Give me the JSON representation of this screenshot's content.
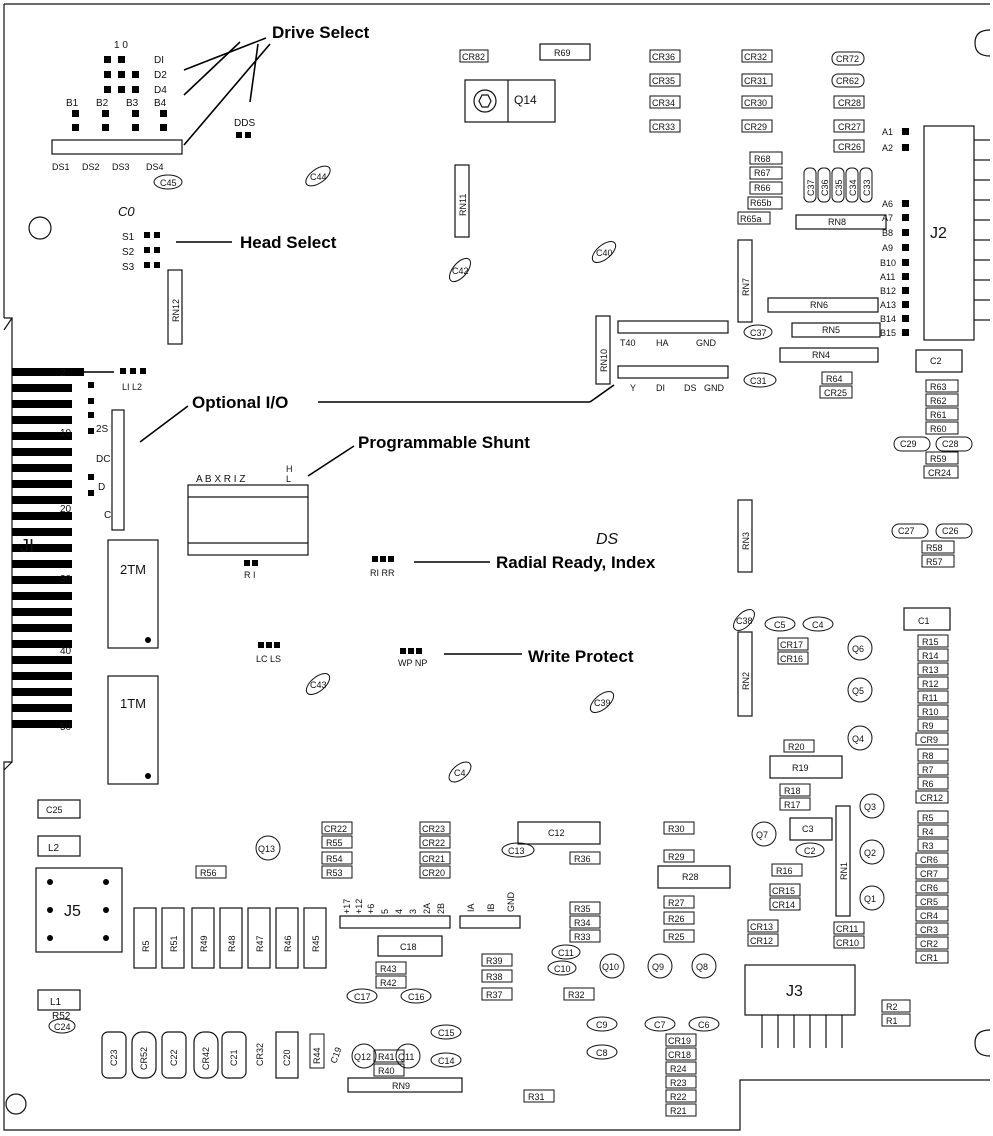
{
  "callouts": {
    "drive_select": "Drive Select",
    "head_select": "Head Select",
    "optional_io": "Optional I/O",
    "programmable_shunt": "Programmable Shunt",
    "radial_ready_index": "Radial Ready, Index",
    "write_protect": "Write Protect"
  },
  "connectors": {
    "j1": "JI",
    "j2": "J2",
    "j3": "J3",
    "j5": "J5"
  },
  "chips": {
    "tm2": "2TM",
    "tm1": "1TM",
    "q14": "Q14"
  },
  "drive_select_block": {
    "col_heads": "1  0",
    "rows": [
      "DI",
      "D2",
      "D4"
    ],
    "b_labels": [
      "B1",
      "B2",
      "B3",
      "B4"
    ],
    "ds_labels": [
      "DS1",
      "DS2",
      "DS3",
      "DS4"
    ],
    "dds": "DDS"
  },
  "head_select_block": {
    "rows": [
      "S1",
      "S2",
      "S3"
    ],
    "handwritten": "C0"
  },
  "shunt_block": {
    "header": "A B X R I Z",
    "hl": "H",
    "hl2": "L",
    "below": "R I"
  },
  "j1_pins": [
    "2",
    "10",
    "20",
    "30",
    "40",
    "50"
  ],
  "jumpers": {
    "l1l2": "LI L2",
    "r1rr": "RI RR",
    "lcls": "LC LS",
    "wpnp": "WP NP",
    "io_2s": "2S",
    "io_dc": "DC",
    "io_d": "D",
    "io_c": "C",
    "ds_scribble": "DS"
  },
  "headers": {
    "upper": [
      "T40",
      "HA",
      "GND"
    ],
    "lower": [
      "Y",
      "DI",
      "DS",
      "GND"
    ],
    "power": [
      "+17",
      "+12",
      "+6",
      "5",
      "4",
      "3",
      "2A",
      "2B"
    ],
    "ia_ib": [
      "IA",
      "IB",
      "GND"
    ]
  },
  "j2_pins": [
    "A1",
    "A2",
    "A6",
    "A7",
    "B8",
    "A9",
    "B10",
    "A11",
    "B12",
    "A13",
    "B14",
    "B15"
  ],
  "resistor_networks": {
    "rn1": "RN1",
    "rn2": "RN2",
    "rn3": "RN3",
    "rn4": "RN4",
    "rn5": "RN5",
    "rn6": "RN6",
    "rn7": "RN7",
    "rn8": "RN8",
    "rn9": "RN9",
    "rn10": "RN10",
    "rn11": "RN11",
    "rn12": "RN12"
  },
  "top_parts": {
    "cr82": "CR82",
    "r69": "R69",
    "col1": [
      "CR36",
      "CR35",
      "CR34",
      "CR33"
    ],
    "col2": [
      "CR32",
      "CR31",
      "CR30",
      "CR29"
    ],
    "col3": [
      "CR72",
      "CR62",
      "CR28",
      "CR27",
      "CR26"
    ],
    "r_stack": [
      "R68",
      "R67",
      "R66",
      "R65b",
      "R65a"
    ],
    "c_vertical": [
      "C37",
      "C36",
      "C35",
      "C34",
      "C33"
    ]
  },
  "right_column_top": [
    "C2",
    "R63",
    "R62",
    "R61",
    "R60",
    "R59",
    "CR24"
  ],
  "c29": "C29",
  "c28": "C28",
  "r64": "R64",
  "cr25": "CR25",
  "c27": "C27",
  "c26": "C26",
  "r58": "R58",
  "r57": "R57",
  "right_column_bottom": [
    "C1",
    "R15",
    "R14",
    "R13",
    "R12",
    "R11",
    "R10",
    "R9",
    "CR9",
    "R8",
    "R7",
    "R6",
    "CR12",
    "R5",
    "R4",
    "R3",
    "CR6",
    "CR7",
    "CR6",
    "CR5",
    "CR4",
    "CR3",
    "CR2",
    "CR1"
  ],
  "r2": "R2",
  "r1": "R1",
  "transistors": [
    "Q6",
    "Q5",
    "Q4",
    "Q3",
    "Q2",
    "Q1",
    "Q7",
    "Q13",
    "Q12",
    "Q11",
    "Q10",
    "Q9",
    "Q8"
  ],
  "caps_misc": {
    "c45": "C45",
    "c44": "C44",
    "c42": "C42",
    "c40": "C40",
    "c43": "C43",
    "c39": "C39",
    "c41": "C4",
    "c38": "C38",
    "c37b": "C37",
    "c31": "C31",
    "c5": "C5",
    "c4": "C4",
    "c3": "C3",
    "c2b": "C2",
    "c12": "C12",
    "c13": "C13",
    "c11": "C11",
    "c10": "C10",
    "c9": "C9",
    "c8": "C8",
    "c7": "C7",
    "c6": "C6",
    "c14": "C14",
    "c15": "C15",
    "c16": "C16",
    "c17": "C17",
    "c18": "C18",
    "c19": "C19",
    "c20": "C20",
    "c21": "C21",
    "c22": "C22",
    "c23": "C23",
    "c24": "C24",
    "c25": "C25"
  },
  "mid_parts": {
    "cr17": "CR17",
    "cr16": "CR16",
    "r20": "R20",
    "r19": "R19",
    "r18": "R18",
    "r17": "R17",
    "r16": "R16",
    "cr15": "CR15",
    "cr14": "CR14",
    "cr13": "CR13",
    "cr12": "CR12",
    "cr11": "CR11",
    "cr10": "CR10"
  },
  "lower_mid": {
    "col_a": [
      "CR22",
      "R55",
      "R54",
      "R53"
    ],
    "col_b": [
      "CR23",
      "CR22",
      "CR21",
      "CR20"
    ],
    "r56": "R56",
    "r36": "R36",
    "r30": "R30",
    "r29": "R29",
    "r28": "R28",
    "r27": "R27",
    "r26": "R26",
    "r25": "R25",
    "r35": "R35",
    "r34": "R34",
    "r33": "R33",
    "r39": "R39",
    "r38": "R38",
    "r37": "R37",
    "r32": "R32",
    "r43": "R43",
    "r42": "R42",
    "r41": "R41",
    "r40": "R40",
    "r44": "R44",
    "r31": "R31",
    "cr_stack": [
      "CR19",
      "CR18",
      "R24",
      "R23",
      "R22",
      "R21"
    ],
    "vertical_r": [
      "R5",
      "R51",
      "R49",
      "R48",
      "R47",
      "R46",
      "R45"
    ],
    "cr52": "CR52",
    "cr42": "CR42",
    "cr32": "CR32"
  },
  "left_bottom": {
    "l2": "L2",
    "l1": "L1",
    "r52": "R52"
  }
}
